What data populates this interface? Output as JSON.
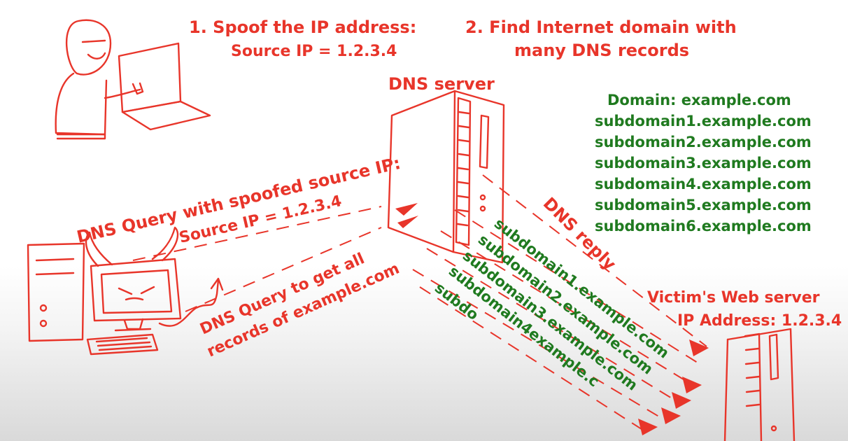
{
  "steps": {
    "spoof_line1": "1. Spoof the IP address:",
    "spoof_line2": "Source IP = 1.2.3.4",
    "find_line1": "2. Find Internet domain with",
    "find_line2": "many DNS records"
  },
  "dns_server": {
    "label": "DNS server"
  },
  "domain_records": [
    "Domain: example.com",
    "subdomain1.example.com",
    "subdomain2.example.com",
    "subdomain3.example.com",
    "subdomain4.example.com",
    "subdomain5.example.com",
    "subdomain6.example.com"
  ],
  "spoofed_query": {
    "line1": "DNS Query with spoofed source IP:",
    "line2": "Source IP = 1.2.3.4"
  },
  "all_records_query": {
    "line1": "DNS Query to get all",
    "line2": "records of example.com"
  },
  "dns_reply": {
    "label": "DNS reply"
  },
  "reply_streams": [
    "subdomain1.example.com",
    "subdomain2.example.com",
    "subdomain3.example.com",
    "subdomain4example.c",
    "subdo"
  ],
  "victim": {
    "line1": "Victim's Web server",
    "line2": "IP Address: 1.2.3.4"
  },
  "colors": {
    "red": "#e8352a",
    "green": "#1f7a1f"
  }
}
